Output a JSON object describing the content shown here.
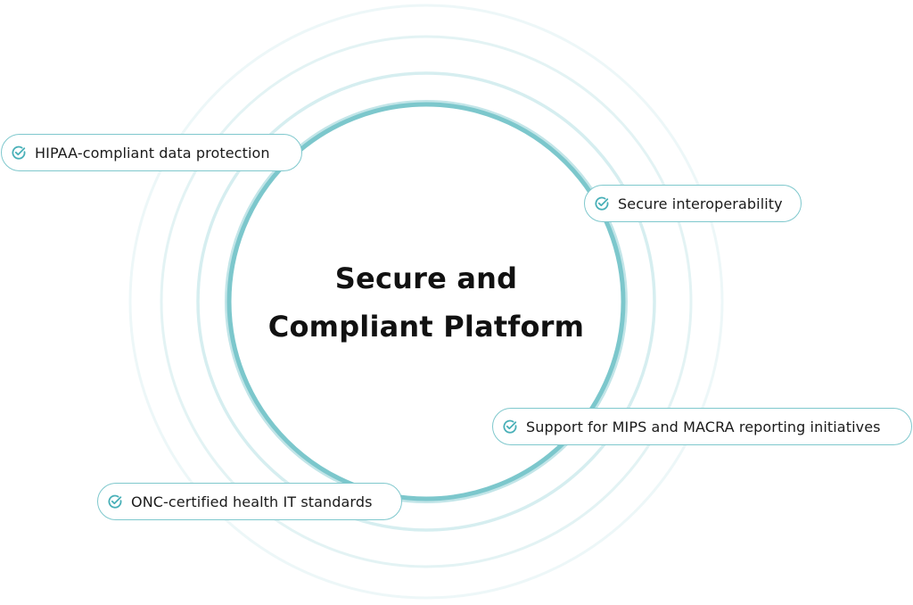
{
  "title": {
    "line1": "Secure and",
    "line2": "Compliant Platform"
  },
  "features": [
    {
      "label": "HIPAA-compliant data protection",
      "icon": "check-circle-icon"
    },
    {
      "label": "Secure interoperability",
      "icon": "check-circle-icon"
    },
    {
      "label": "Support for MIPS and MACRA reporting initiatives",
      "icon": "check-circle-icon"
    },
    {
      "label": "ONC-certified health IT standards",
      "icon": "check-circle-icon"
    }
  ],
  "colors": {
    "accent": "#49b0b8",
    "ring_main": "#7cc7cc",
    "ring_faint": "#d9eef0",
    "pill_border": "#7fc8cd",
    "text": "#111111"
  }
}
